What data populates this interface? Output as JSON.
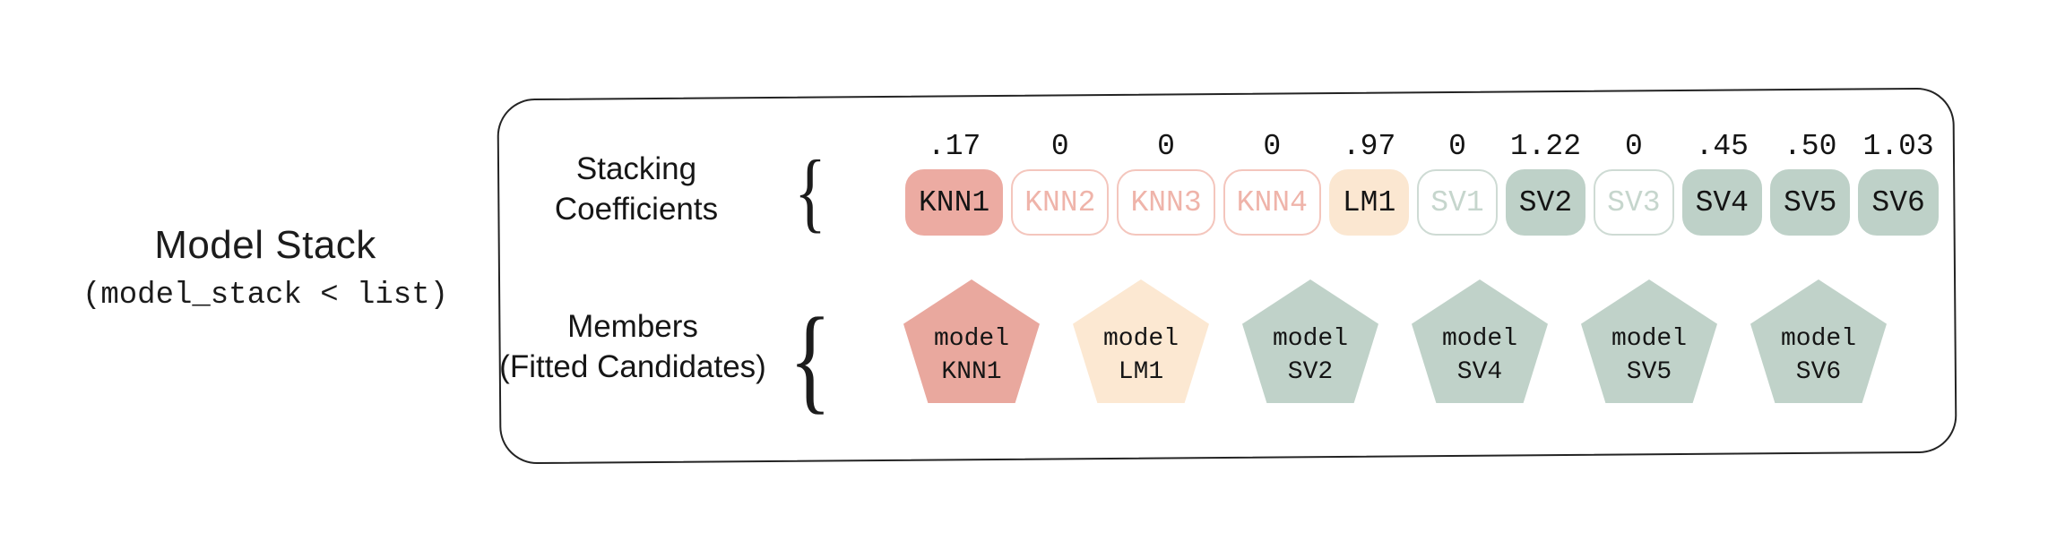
{
  "title": {
    "heading": "Model Stack",
    "code": "(model_stack < list)"
  },
  "stack_panel": {
    "coefficients_row": {
      "label_line1": "Stacking",
      "label_line2": "Coefficients",
      "brace": "{",
      "items": [
        {
          "name": "KNN1",
          "value": ".17",
          "state": "selected",
          "palette": "salmon"
        },
        {
          "name": "KNN2",
          "value": "0",
          "state": "faded",
          "palette": "salmon"
        },
        {
          "name": "KNN3",
          "value": "0",
          "state": "faded",
          "palette": "salmon"
        },
        {
          "name": "KNN4",
          "value": "0",
          "state": "faded",
          "palette": "salmon"
        },
        {
          "name": "LM1",
          "value": ".97",
          "state": "selected",
          "palette": "peach"
        },
        {
          "name": "SV1",
          "value": "0",
          "state": "faded",
          "palette": "sage"
        },
        {
          "name": "SV2",
          "value": "1.22",
          "state": "selected",
          "palette": "sage"
        },
        {
          "name": "SV3",
          "value": "0",
          "state": "faded",
          "palette": "sage"
        },
        {
          "name": "SV4",
          "value": ".45",
          "state": "selected",
          "palette": "sage"
        },
        {
          "name": "SV5",
          "value": ".50",
          "state": "selected",
          "palette": "sage"
        },
        {
          "name": "SV6",
          "value": "1.03",
          "state": "selected",
          "palette": "sage"
        }
      ]
    },
    "members_row": {
      "label_line1": "Members",
      "label_line2": "(Fitted Candidates)",
      "brace": "{",
      "items": [
        {
          "line1": "model",
          "line2": "KNN1",
          "palette": "salmon"
        },
        {
          "line1": "model",
          "line2": "LM1",
          "palette": "peach"
        },
        {
          "line1": "model",
          "line2": "SV2",
          "palette": "sage"
        },
        {
          "line1": "model",
          "line2": "SV4",
          "palette": "sage"
        },
        {
          "line1": "model",
          "line2": "SV5",
          "palette": "sage"
        },
        {
          "line1": "model",
          "line2": "SV6",
          "palette": "sage"
        }
      ]
    }
  },
  "colors": {
    "salmon_fill": "#ecaba2",
    "salmon_border_faded": "#f4c6bd",
    "salmon_text_faded": "#efb4aa",
    "peach_fill": "#fbe7d1",
    "sage_fill": "#bed1c8",
    "sage_border_faded": "#cedbd4",
    "sage_text_faded": "#c6d6cd",
    "ink": "#1c1c1c",
    "outline": "#242424",
    "background": "#ffffff"
  }
}
